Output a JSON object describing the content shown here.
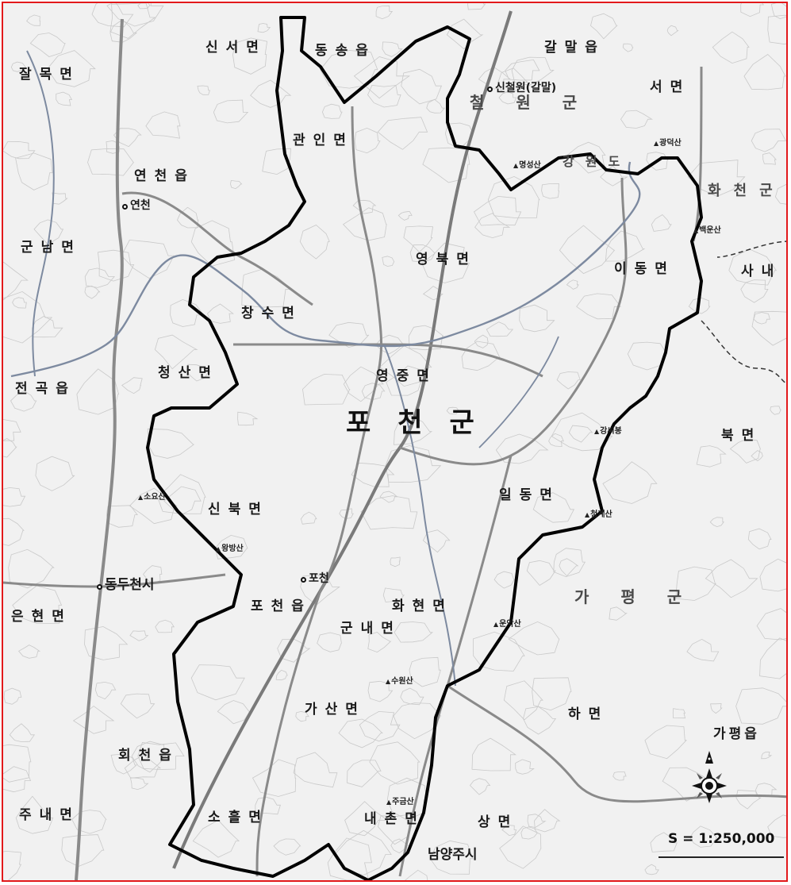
{
  "map": {
    "county_label": "포천군",
    "scale": "S = 1:250,000",
    "colors": {
      "frame": "#e2191b",
      "boundary": "#000000",
      "background": "#f1f1f1",
      "road": "#8a8a8a",
      "river": "#7d8aa0"
    },
    "icons": {
      "compass": "compass-rose-icon"
    },
    "towns": [
      {
        "id": "sinseo",
        "name": "신서면"
      },
      {
        "id": "dongsong",
        "name": "동송읍"
      },
      {
        "id": "galmal",
        "name": "갈말읍"
      },
      {
        "id": "jangmok",
        "name": "잘목면"
      },
      {
        "id": "yeoncheon-eup",
        "name": "연천읍"
      },
      {
        "id": "gunnam",
        "name": "군남면"
      },
      {
        "id": "gwanin",
        "name": "관인면"
      },
      {
        "id": "yeongbuk",
        "name": "영북면"
      },
      {
        "id": "idong",
        "name": "이동면"
      },
      {
        "id": "changsu",
        "name": "창수면"
      },
      {
        "id": "cheongsan",
        "name": "청산면"
      },
      {
        "id": "jeongok",
        "name": "전곡읍"
      },
      {
        "id": "yeongjung",
        "name": "영중면"
      },
      {
        "id": "sinbuk",
        "name": "신북면"
      },
      {
        "id": "ildong",
        "name": "일동면"
      },
      {
        "id": "pocheon-eup",
        "name": "포천읍"
      },
      {
        "id": "hwahyeon",
        "name": "화현면"
      },
      {
        "id": "gunnae",
        "name": "군내면"
      },
      {
        "id": "gasan",
        "name": "가산면"
      },
      {
        "id": "soheul",
        "name": "소흘면"
      },
      {
        "id": "naechon",
        "name": "내촌면"
      },
      {
        "id": "hoecheon",
        "name": "회천읍"
      },
      {
        "id": "junae",
        "name": "주내면"
      },
      {
        "id": "hamyeon",
        "name": "하면"
      },
      {
        "id": "sangmyeon",
        "name": "상면"
      },
      {
        "id": "gapyeong-eup",
        "name": "가평읍"
      },
      {
        "id": "seomyeon",
        "name": "서면"
      },
      {
        "id": "buk",
        "name": "북면"
      },
      {
        "id": "sanae",
        "name": "사내"
      },
      {
        "id": "eunhyeon",
        "name": "은현면"
      }
    ],
    "hubs": [
      {
        "id": "sincheorwon",
        "name": "신철원(갈말)"
      },
      {
        "id": "yeoncheon",
        "name": "연천"
      },
      {
        "id": "dongducheon",
        "name": "동두천시"
      },
      {
        "id": "pocheon",
        "name": "포천"
      },
      {
        "id": "namyangju",
        "name": "남양주시"
      }
    ],
    "regions": [
      {
        "id": "cheorwon",
        "name": "철원군"
      },
      {
        "id": "hwacheon",
        "name": "화천군"
      },
      {
        "id": "gapyeong",
        "name": "가평군"
      },
      {
        "id": "gangwon",
        "name": "강원도"
      }
    ],
    "peaks": [
      {
        "id": "myeongseong",
        "name": "명성산"
      },
      {
        "id": "gwangdeok",
        "name": "광덕산"
      },
      {
        "id": "baegun",
        "name": "백운산"
      },
      {
        "id": "gangssi",
        "name": "강씨봉"
      },
      {
        "id": "cheonggye",
        "name": "청계산"
      },
      {
        "id": "unak",
        "name": "운악산"
      },
      {
        "id": "soyo",
        "name": "소요산"
      },
      {
        "id": "wangbang",
        "name": "왕방산"
      },
      {
        "id": "jugeum",
        "name": "주금산"
      },
      {
        "id": "suwon",
        "name": "수원산"
      }
    ]
  }
}
